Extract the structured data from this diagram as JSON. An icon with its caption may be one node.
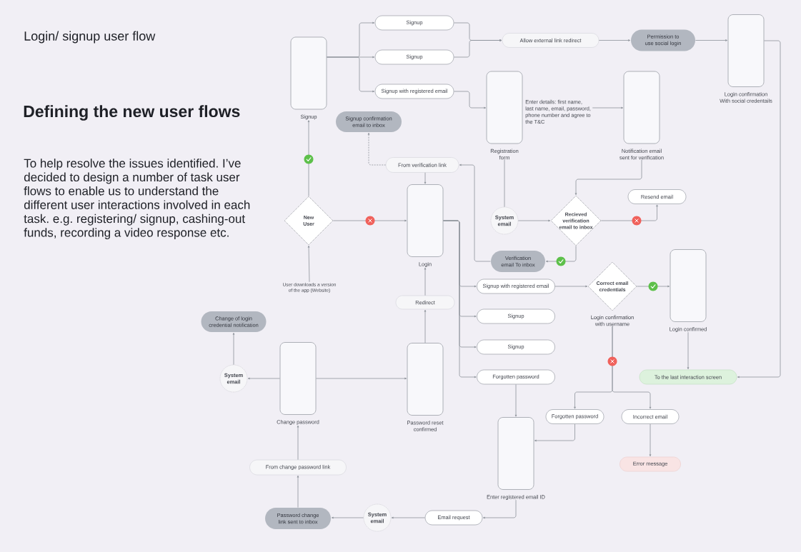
{
  "diagram": {
    "title": "Login/ signup user flow",
    "nodes": [
      {
        "text": [
          "Signup"
        ]
      },
      {
        "text": [
          "Signup"
        ]
      },
      {
        "text": [
          "Signup"
        ]
      },
      {
        "text": [
          "Signup with registered email"
        ]
      },
      {
        "text": [
          "Allow external link redirect"
        ]
      },
      {
        "text": [
          "Permission to use social login"
        ]
      },
      {
        "text": [
          "Login confirmation With social credentails"
        ]
      },
      {
        "text": [
          "Registration form"
        ]
      },
      {
        "text": [
          "Enter details: first name, last name, email, password, phone number and agree to the T&C"
        ]
      },
      {
        "text": [
          "Notification email sent for verification"
        ]
      },
      {
        "text": [
          "Signup confirmation email to inbox"
        ]
      },
      {
        "text": [
          "From verification link"
        ]
      },
      {
        "text": [
          "Login"
        ]
      },
      {
        "text": [
          "New User"
        ]
      },
      {
        "text": [
          "System email"
        ]
      },
      {
        "text": [
          "Recieved verification email to inbox"
        ]
      },
      {
        "text": [
          "Resend email"
        ]
      },
      {
        "text": [
          "Verification email To inbox"
        ]
      },
      {
        "text": [
          "Login confirmed"
        ]
      },
      {
        "text": [
          "User downloads a version of the app (Website)"
        ]
      },
      {
        "text": [
          "Signup with registered email"
        ]
      },
      {
        "text": [
          "Correct email credentials"
        ],
        "beside": [
          "Login confirmation with username"
        ]
      },
      {
        "text": [
          "Redirect"
        ]
      },
      {
        "text": [
          "Signup"
        ]
      },
      {
        "text": [
          "Change of login credential notification"
        ]
      },
      {
        "text": [
          "Signup"
        ]
      },
      {
        "text": [
          "System email"
        ]
      },
      {
        "text": [
          "Change password"
        ]
      },
      {
        "text": [
          "Password reset confirmed"
        ]
      },
      {
        "text": [
          "Forgotten password"
        ]
      },
      {
        "text": [
          "To the last interaction screen"
        ]
      },
      {
        "text": [
          "Forgotten password"
        ]
      },
      {
        "text": [
          "Incorrect email"
        ]
      },
      {
        "text": [
          "Enter registered email ID"
        ]
      },
      {
        "text": [
          "Error message"
        ]
      },
      {
        "text": [
          "From change password link"
        ]
      },
      {
        "text": [
          "Password change link sent to inbox"
        ]
      },
      {
        "text": [
          "System email"
        ]
      },
      {
        "text": [
          "Email request"
        ]
      }
    ],
    "edges": [
      {
        "from": 0,
        "to": 1,
        "arrow": "to"
      },
      {
        "from": 0,
        "to": 2,
        "arrow": "to"
      },
      {
        "from": 0,
        "to": 3,
        "arrow": "to"
      },
      {
        "from": 1,
        "to": 4,
        "arrow": "to"
      },
      {
        "from": 2,
        "to": 4,
        "arrow": "to"
      },
      {
        "from": 4,
        "to": 5,
        "arrow": "to"
      },
      {
        "from": 5,
        "to": 6,
        "arrow": "to"
      },
      {
        "from": 6,
        "to": 30,
        "arrow": "to"
      },
      {
        "from": 3,
        "to": 7,
        "arrow": "to"
      },
      {
        "from": 8,
        "to": 9,
        "arrow": "to"
      },
      {
        "from": 9,
        "to": 15,
        "arrow": "to"
      },
      {
        "from": 7,
        "to": 14,
        "arrow": "none"
      },
      {
        "from": 14,
        "to": 15,
        "arrow": "to"
      },
      {
        "from": 15,
        "to": 16,
        "arrow": "to"
      },
      {
        "from": 15,
        "to": 17,
        "arrow": "to"
      },
      {
        "from": 17,
        "to": 11,
        "arrow": "to"
      },
      {
        "from": 11,
        "to": 10,
        "arrow": "to",
        "style": "dashed"
      },
      {
        "from": 11,
        "to": 12,
        "arrow": "to"
      },
      {
        "from": 13,
        "to": 0,
        "arrow": "to"
      },
      {
        "from": 13,
        "to": 12,
        "arrow": "to"
      },
      {
        "from": 19,
        "to": 13,
        "arrow": "to"
      },
      {
        "from": 12,
        "to": 20,
        "arrow": "to"
      },
      {
        "from": 12,
        "to": 23,
        "arrow": "to"
      },
      {
        "from": 12,
        "to": 25,
        "arrow": "to"
      },
      {
        "from": 12,
        "to": 29,
        "arrow": "to"
      },
      {
        "from": 20,
        "to": 21,
        "arrow": "to"
      },
      {
        "from": 21,
        "to": 18,
        "arrow": "to"
      },
      {
        "from": 21,
        "to": 31,
        "arrow": "to"
      },
      {
        "from": 21,
        "to": 32,
        "arrow": "to"
      },
      {
        "from": 18,
        "to": 30,
        "arrow": "to"
      },
      {
        "from": 32,
        "to": 34,
        "arrow": "to"
      },
      {
        "from": 31,
        "to": 33,
        "arrow": "to"
      },
      {
        "from": 29,
        "to": 33,
        "arrow": "to"
      },
      {
        "from": 33,
        "to": 38,
        "arrow": "to"
      },
      {
        "from": 38,
        "to": 37,
        "arrow": "to"
      },
      {
        "from": 37,
        "to": 36,
        "arrow": "to"
      },
      {
        "from": 36,
        "to": 35,
        "arrow": "to"
      },
      {
        "from": 35,
        "to": 27,
        "arrow": "to"
      },
      {
        "from": 27,
        "to": 26,
        "arrow": "to"
      },
      {
        "from": 26,
        "to": 24,
        "arrow": "to"
      },
      {
        "from": 27,
        "to": 28,
        "arrow": "to"
      },
      {
        "from": 28,
        "to": 22,
        "arrow": "to"
      },
      {
        "from": 22,
        "to": 12,
        "arrow": "to"
      }
    ],
    "labels": [
      "Defining the new user flows",
      "To help resolve the issues identified. I’ve decided to design a number of task user flows to enable us to understand the different user interactions involved in each task. e.g. registering/ signup, cashing-out funds, recording a video response etc."
    ]
  }
}
